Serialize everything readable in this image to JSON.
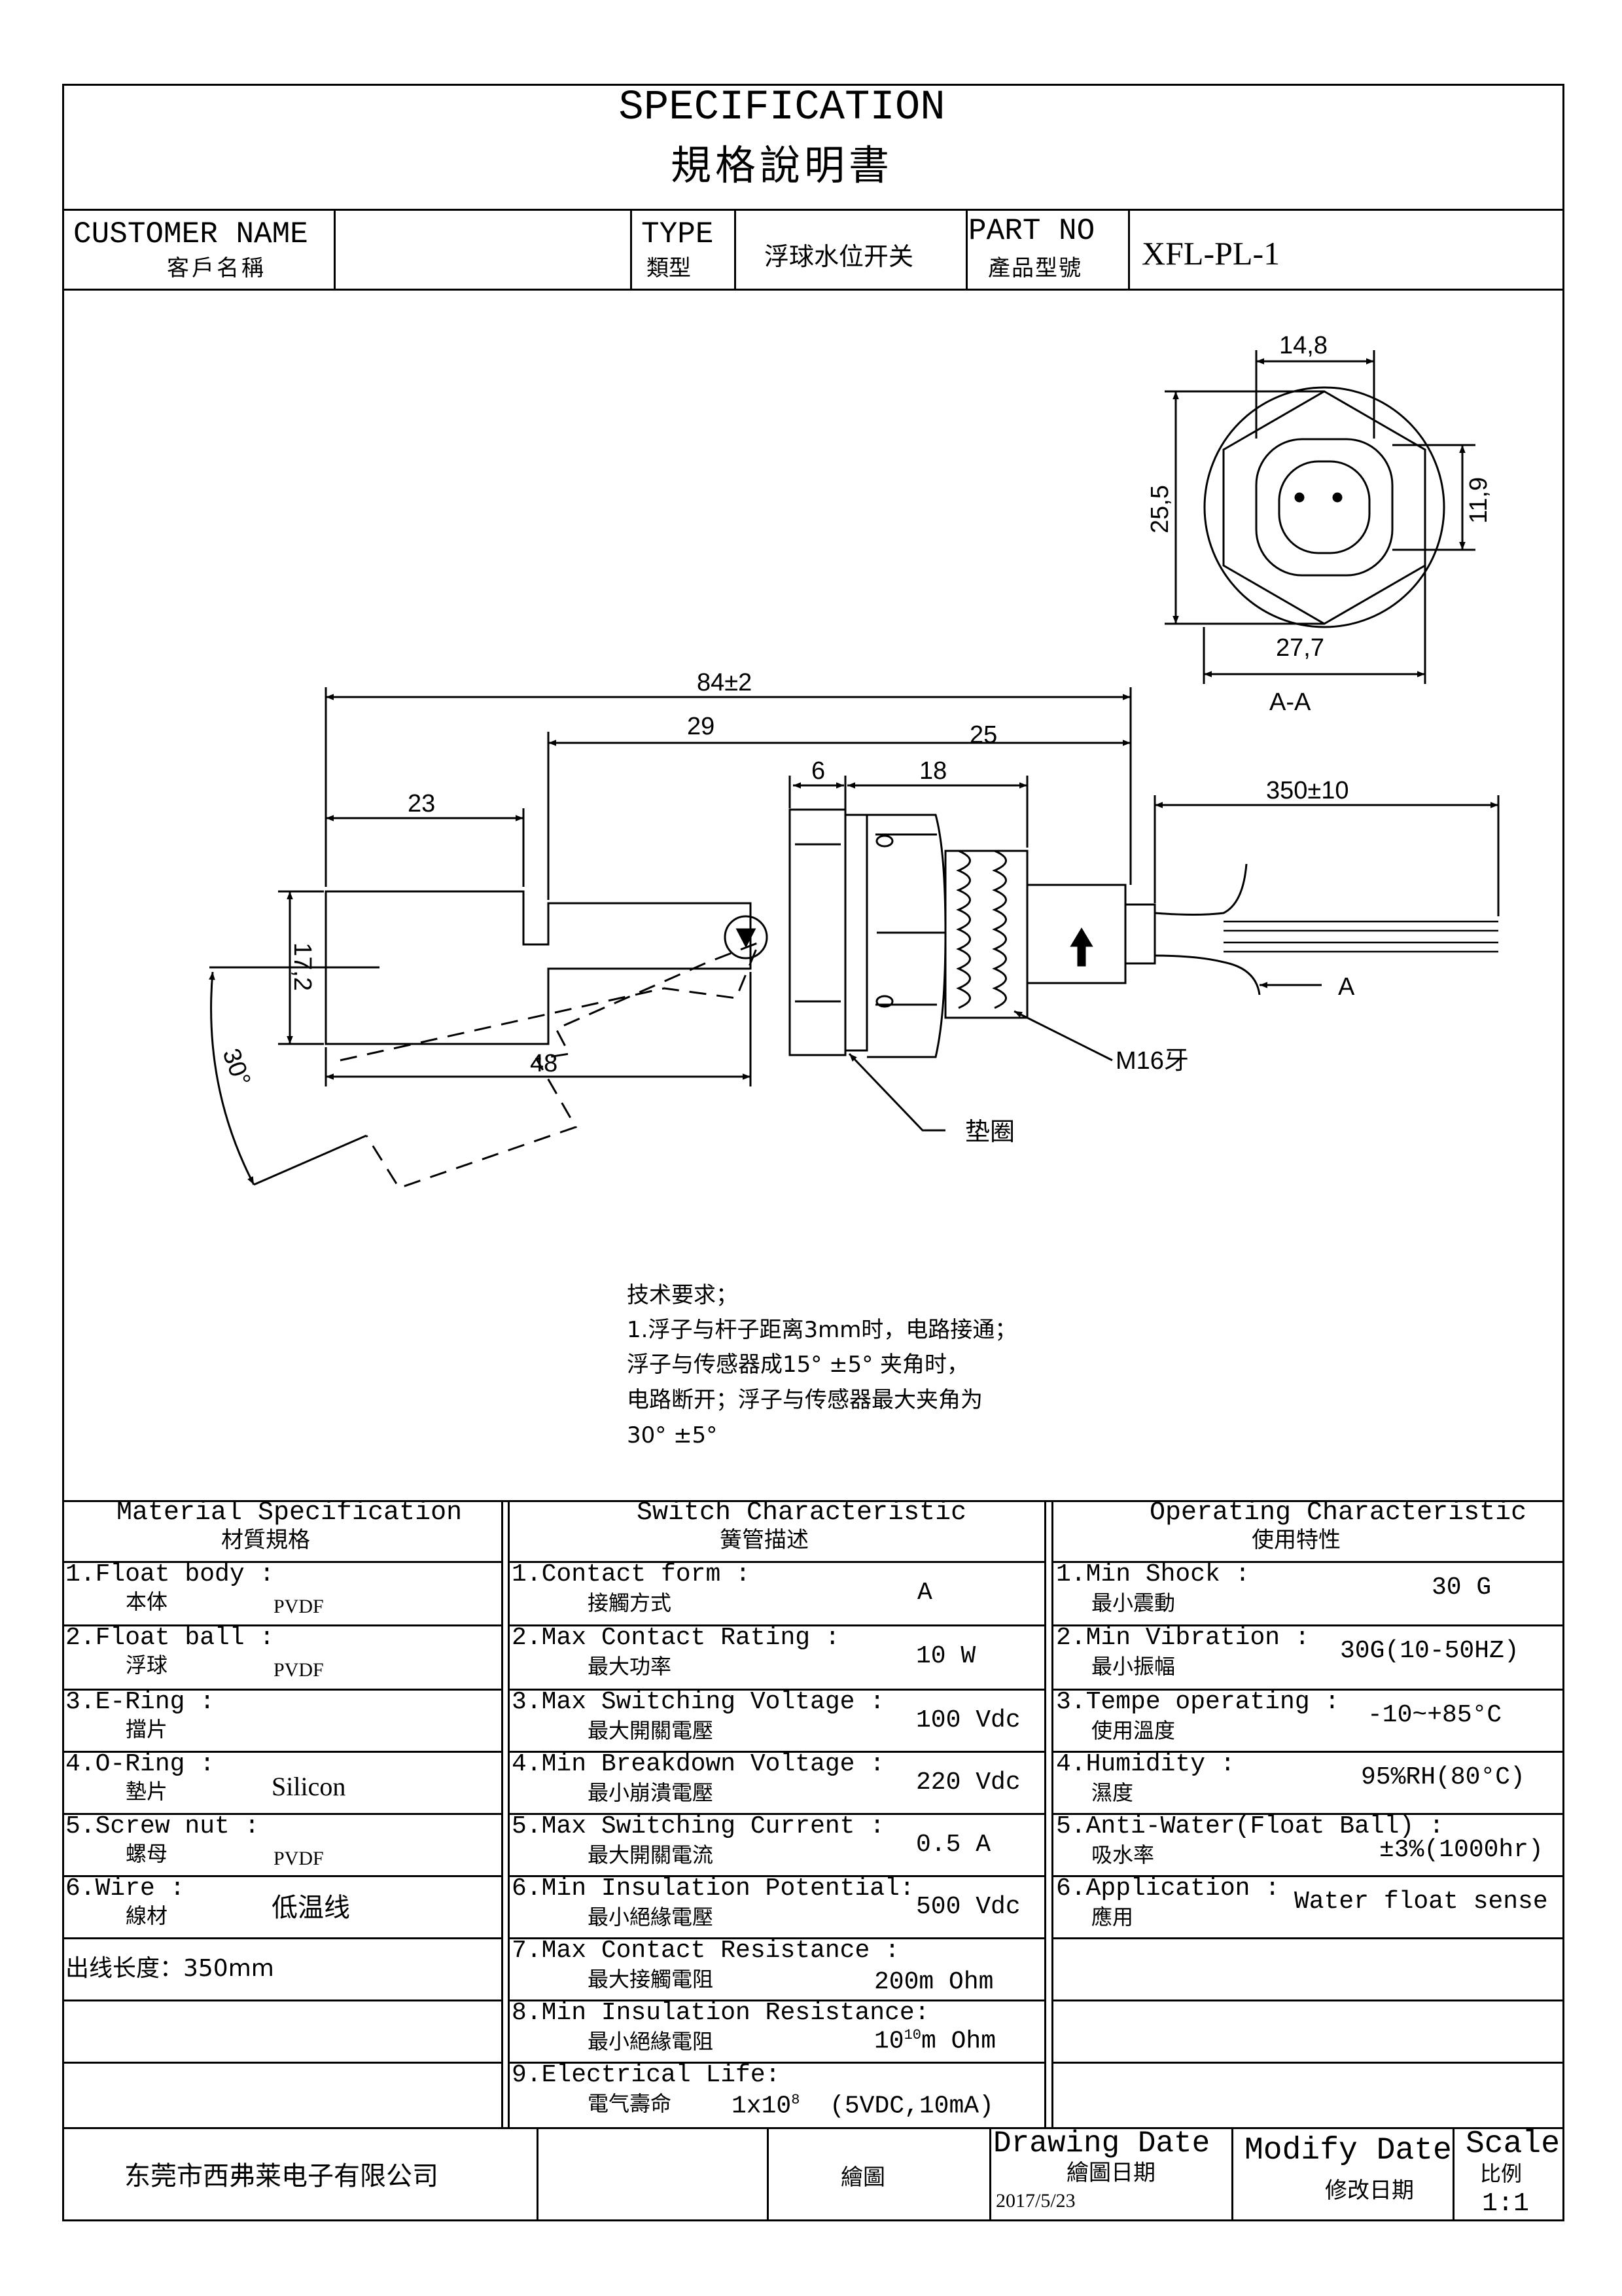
{
  "header": {
    "title_en": "SPECIFICATION",
    "title_zh": "規格說明書",
    "customer_name_en": "CUSTOMER NAME",
    "customer_name_zh": "客戶名稱",
    "customer_name_value": "",
    "type_en": "TYPE",
    "type_zh": "類型",
    "type_value": "浮球水位开关",
    "part_no_en": "PART NO",
    "part_no_zh": "產品型號",
    "part_no_value": "XFL-PL-1"
  },
  "drawing": {
    "dim_14_8": "14,8",
    "dim_25_5": "25,5",
    "dim_11_9": "11,9",
    "dim_27_7": "27,7",
    "section_label": "A-A",
    "dim_84": "84±2",
    "dim_29": "29",
    "dim_25": "25",
    "dim_6": "6",
    "dim_18": "18",
    "dim_23": "23",
    "dim_350": "350±10",
    "dim_17_2": "17,2",
    "dim_48": "48",
    "angle_30": "30°",
    "arrow_a": "A",
    "thread_label": "M16牙",
    "gasket_label": "垫圈"
  },
  "tech_requirements": {
    "heading": "技术要求；",
    "line1": "1.浮子与杆子距离3mm时，电路接通；",
    "line2": "浮子与传感器成15° ±5° 夹角时，",
    "line3": "电路断开；浮子与传感器最大夹角为",
    "line4": "30° ±5°"
  },
  "material": {
    "header_en": "Material  Specification",
    "header_zh": "材質規格",
    "rows": [
      {
        "en": "1.Float body :",
        "zh": "本体",
        "value": "PVDF"
      },
      {
        "en": "2.Float ball :",
        "zh": "浮球",
        "value": "PVDF"
      },
      {
        "en": "3.E-Ring :",
        "zh": "擋片",
        "value": ""
      },
      {
        "en": "4.O-Ring :",
        "zh": "墊片",
        "value": "Silicon"
      },
      {
        "en": "5.Screw nut :",
        "zh": "螺母",
        "value": "PVDF"
      },
      {
        "en": "6.Wire :",
        "zh": "線材",
        "value": "低温线"
      },
      {
        "en": "出线长度：350mm",
        "zh": "",
        "value": ""
      }
    ]
  },
  "switch": {
    "header_en": "Switch Characteristic",
    "header_zh": "簧管描述",
    "rows": [
      {
        "en": "1.Contact form :",
        "zh": "接觸方式",
        "value": "A"
      },
      {
        "en": "2.Max Contact Rating :",
        "zh": "最大功率",
        "value": "10 W"
      },
      {
        "en": "3.Max Switching Voltage :",
        "zh": "最大開關電壓",
        "value": "100 Vdc"
      },
      {
        "en": "4.Min Breakdown Voltage :",
        "zh": "最小崩潰電壓",
        "value": "220 Vdc"
      },
      {
        "en": "5.Max Switching Current :",
        "zh": "最大開關電流",
        "value": "0.5 A"
      },
      {
        "en": "6.Min Insulation Potential:",
        "zh": "最小絕緣電壓",
        "value": "500 Vdc"
      },
      {
        "en": "7.Max Contact Resistance :",
        "zh": "最大接觸電阻",
        "value": "200m Ohm"
      },
      {
        "en": "8.Min Insulation Resistance:",
        "zh": "最小絕緣電阻",
        "value": "10",
        "value_sup": "10",
        "value_tail": "m Ohm"
      },
      {
        "en": "9.Electrical Life:",
        "zh": "電气壽命",
        "value": "1x10",
        "value_sup": "8",
        "value_tail": "  (5VDC,10mA)"
      }
    ]
  },
  "operating": {
    "header_en": "Operating Characteristic",
    "header_zh": "使用特性",
    "rows": [
      {
        "en": "1.Min Shock :",
        "zh": "最小震動",
        "value": "30 G"
      },
      {
        "en": "2.Min Vibration :",
        "zh": "最小振幅",
        "value": "30G(10-50HZ)"
      },
      {
        "en": "3.Tempe operating :",
        "zh": "使用溫度",
        "value": "-10~+85°C"
      },
      {
        "en": "4.Humidity :",
        "zh": "濕度",
        "value": "95%RH(80°C)"
      },
      {
        "en": "5.Anti-Water(Float Ball) :",
        "zh": "吸水率",
        "value": "±3%(1000hr)"
      },
      {
        "en": "6.Application :",
        "zh": "應用",
        "value": "Water float sense"
      }
    ]
  },
  "footer": {
    "company": "东莞市西弗莱电子有限公司",
    "drawn_zh": "繪圖",
    "drawing_date_en": "Drawing Date",
    "drawing_date_zh": "繪圖日期",
    "drawing_date_value": "2017/5/23",
    "modify_date_en": "Modify Date",
    "modify_date_zh": "修改日期",
    "scale_en": "Scale",
    "scale_zh": "比例",
    "scale_value": "1:1"
  }
}
